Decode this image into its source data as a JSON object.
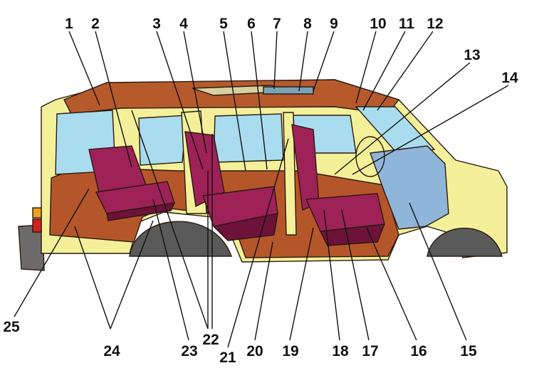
{
  "colors": {
    "body": "#f4f09a",
    "body_shade": "#e2d978",
    "interior": "#b5562a",
    "interior_dark": "#8a3a16",
    "roof": "#b65a2c",
    "glass": "#a9dcef",
    "seat": "#9e2157",
    "seat_dark": "#6d1238",
    "dash": "#8fb5d8",
    "tire": "#4a4a4a",
    "bumper": "#6b6b6b"
  },
  "callouts": [
    {
      "label": "1"
    },
    {
      "label": "2"
    },
    {
      "label": "3"
    },
    {
      "label": "4"
    },
    {
      "label": "5"
    },
    {
      "label": "6"
    },
    {
      "label": "7"
    },
    {
      "label": "8"
    },
    {
      "label": "9"
    },
    {
      "label": "10"
    },
    {
      "label": "11"
    },
    {
      "label": "12"
    },
    {
      "label": "13"
    },
    {
      "label": "14"
    },
    {
      "label": "15"
    },
    {
      "label": "16"
    },
    {
      "label": "17"
    },
    {
      "label": "18"
    },
    {
      "label": "19"
    },
    {
      "label": "20"
    },
    {
      "label": "21"
    },
    {
      "label": "22"
    },
    {
      "label": "23"
    },
    {
      "label": "24"
    },
    {
      "label": "25"
    }
  ]
}
